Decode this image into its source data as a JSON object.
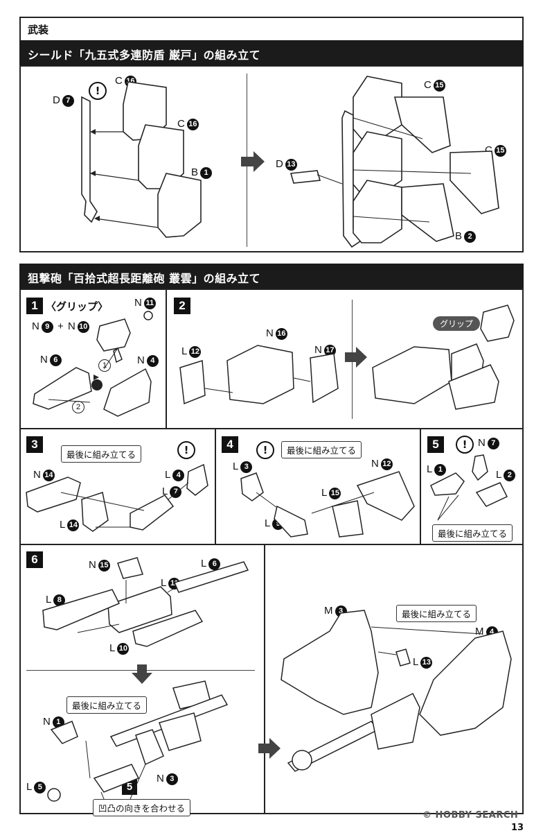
{
  "header": {
    "section_title": "武装",
    "shield_title": "シールド「九五式多連防盾 巌戸」の組み立て",
    "sniper_title": "狙撃砲「百拾式超長距離砲 叢雲」の組み立て"
  },
  "shield": {
    "left_labels": [
      {
        "letter": "D",
        "num": "7"
      },
      {
        "letter": "C",
        "num": "16"
      },
      {
        "letter": "C",
        "num": "16"
      },
      {
        "letter": "B",
        "num": "1"
      }
    ],
    "right_labels": [
      {
        "letter": "D",
        "num": "13"
      },
      {
        "letter": "C",
        "num": "15"
      },
      {
        "letter": "C",
        "num": "15"
      },
      {
        "letter": "B",
        "num": "2"
      }
    ]
  },
  "steps": {
    "s1": {
      "num": "1",
      "title": "〈グリップ〉",
      "parts": [
        {
          "letter": "N",
          "num": "11"
        },
        {
          "letter": "N",
          "num": "6"
        },
        {
          "letter": "N",
          "num": "4"
        }
      ],
      "combo": {
        "a_letter": "N",
        "a_num": "9",
        "plus": "+",
        "b_letter": "N",
        "b_num": "10"
      },
      "sub1": "1",
      "sub2": "2"
    },
    "s2": {
      "num": "2",
      "parts": [
        {
          "letter": "L",
          "num": "12"
        },
        {
          "letter": "N",
          "num": "16"
        },
        {
          "letter": "N",
          "num": "17"
        }
      ],
      "grip_label": "グリップ"
    },
    "s3": {
      "num": "3",
      "note": "最後に組み立てる",
      "parts": [
        {
          "letter": "N",
          "num": "14"
        },
        {
          "letter": "L",
          "num": "7"
        },
        {
          "letter": "L",
          "num": "4"
        },
        {
          "letter": "L",
          "num": "14"
        }
      ]
    },
    "s4": {
      "num": "4",
      "note": "最後に組み立てる",
      "parts": [
        {
          "letter": "L",
          "num": "3"
        },
        {
          "letter": "N",
          "num": "12"
        },
        {
          "letter": "L",
          "num": "15"
        },
        {
          "letter": "L",
          "num": "9"
        }
      ]
    },
    "s5": {
      "num": "5",
      "note": "最後に組み立てる",
      "parts": [
        {
          "letter": "N",
          "num": "7"
        },
        {
          "letter": "L",
          "num": "1"
        },
        {
          "letter": "L",
          "num": "2"
        }
      ]
    },
    "s6": {
      "num": "6",
      "parts_top": [
        {
          "letter": "N",
          "num": "15"
        },
        {
          "letter": "L",
          "num": "6"
        },
        {
          "letter": "L",
          "num": "11"
        },
        {
          "letter": "L",
          "num": "8"
        },
        {
          "letter": "L",
          "num": "10"
        }
      ],
      "note_bottom": "最後に組み立てる",
      "parts_bottom": [
        {
          "letter": "N",
          "num": "1"
        },
        {
          "letter": "N",
          "num": "3"
        },
        {
          "letter": "L",
          "num": "5"
        }
      ],
      "sub_step": "5",
      "align_note": "凹凸の向きを合わせる",
      "final_note": "最後に組み立てる",
      "parts_final": [
        {
          "letter": "M",
          "num": "3"
        },
        {
          "letter": "M",
          "num": "4"
        },
        {
          "letter": "L",
          "num": "13"
        }
      ]
    }
  },
  "footer": {
    "watermark": "HOBBY SEARCH",
    "page_number": "13"
  }
}
